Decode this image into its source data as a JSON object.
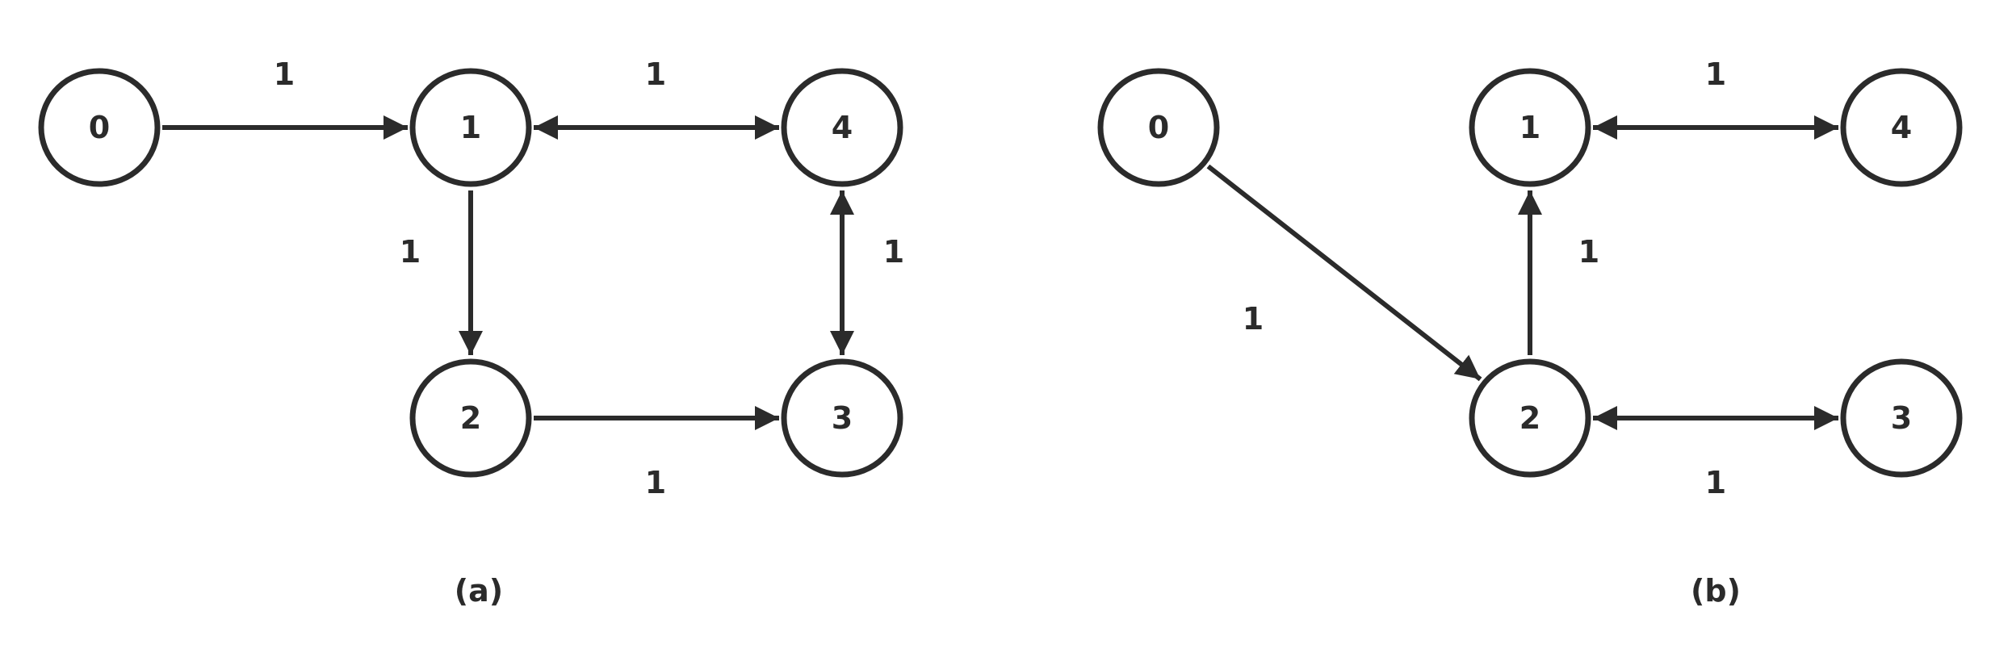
{
  "colors": {
    "stroke": "#2b2b2b",
    "background": "#ffffff",
    "node_fill": "#ffffff"
  },
  "graphs": [
    {
      "caption": "(a)",
      "nodes": [
        {
          "id": "0",
          "label": "0"
        },
        {
          "id": "1",
          "label": "1"
        },
        {
          "id": "2",
          "label": "2"
        },
        {
          "id": "3",
          "label": "3"
        },
        {
          "id": "4",
          "label": "4"
        }
      ],
      "edges": [
        {
          "from": "0",
          "to": "1",
          "weight": "1",
          "direction": "forward"
        },
        {
          "from": "1",
          "to": "4",
          "weight": "1",
          "direction": "both"
        },
        {
          "from": "1",
          "to": "2",
          "weight": "1",
          "direction": "forward"
        },
        {
          "from": "4",
          "to": "3",
          "weight": "1",
          "direction": "both"
        },
        {
          "from": "2",
          "to": "3",
          "weight": "1",
          "direction": "forward"
        }
      ]
    },
    {
      "caption": "(b)",
      "nodes": [
        {
          "id": "0",
          "label": "0"
        },
        {
          "id": "1",
          "label": "1"
        },
        {
          "id": "2",
          "label": "2"
        },
        {
          "id": "3",
          "label": "3"
        },
        {
          "id": "4",
          "label": "4"
        }
      ],
      "edges": [
        {
          "from": "0",
          "to": "2",
          "weight": "1",
          "direction": "forward"
        },
        {
          "from": "2",
          "to": "1",
          "weight": "1",
          "direction": "forward"
        },
        {
          "from": "1",
          "to": "4",
          "weight": "1",
          "direction": "both"
        },
        {
          "from": "2",
          "to": "3",
          "weight": "1",
          "direction": "both"
        }
      ]
    }
  ]
}
